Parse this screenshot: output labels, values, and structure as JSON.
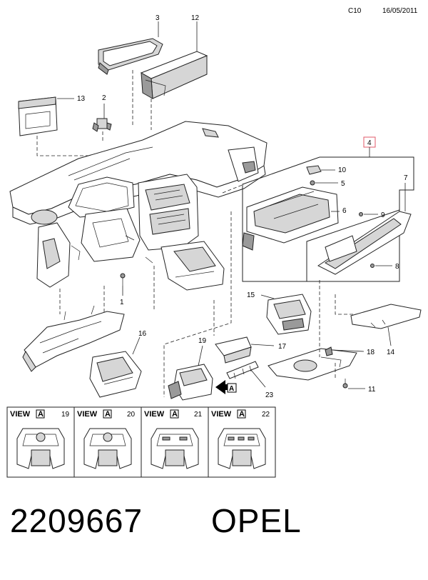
{
  "header": {
    "code": "C10",
    "date": "16/05/2011"
  },
  "callouts": {
    "c1": "1",
    "c2": "2",
    "c3": "3",
    "c4": "4",
    "c5": "5",
    "c6": "6",
    "c7": "7",
    "c8": "8",
    "c9": "9",
    "c10": "10",
    "c11": "11",
    "c12": "12",
    "c13": "13",
    "c14": "14",
    "c15": "15",
    "c16": "16",
    "c17": "17",
    "c18": "18",
    "c19": "19",
    "c20": "20",
    "c21": "21",
    "c22": "22",
    "c23": "23"
  },
  "arrow_label": "A",
  "views": [
    {
      "title": "VIEW",
      "letter": "A",
      "number": "19"
    },
    {
      "title": "VIEW",
      "letter": "A",
      "number": "20"
    },
    {
      "title": "VIEW",
      "letter": "A",
      "number": "21"
    },
    {
      "title": "VIEW",
      "letter": "A",
      "number": "22"
    }
  ],
  "footer": {
    "part_number": "2209667",
    "brand": "OPEL"
  },
  "colors": {
    "highlight_box": "#e05a6a",
    "line": "#222222",
    "fill_grey": "#d6d6d6"
  }
}
